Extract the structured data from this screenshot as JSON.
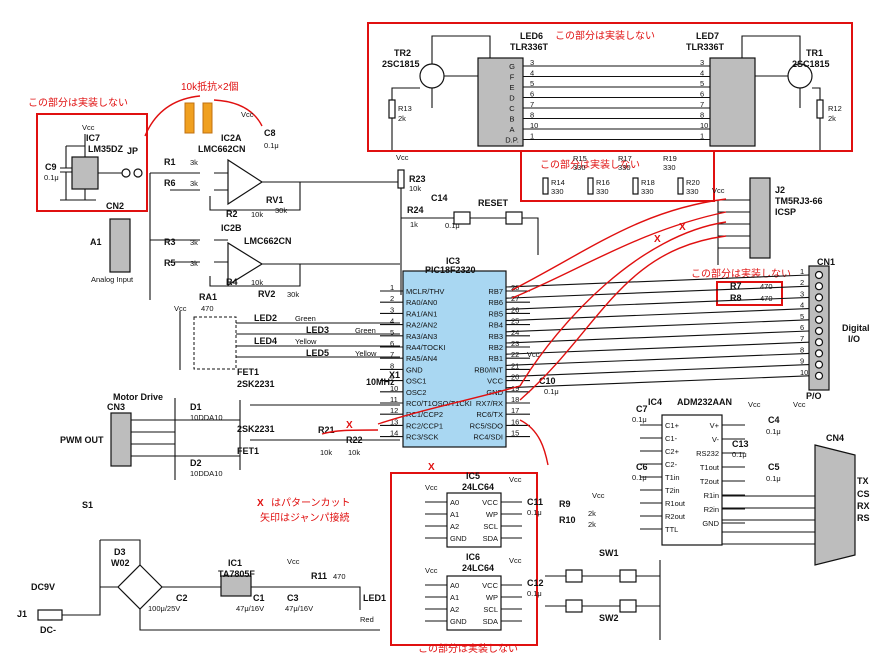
{
  "annotations": {
    "not_impl_top": "この部分は実装しない",
    "not_impl_left": "この部分は実装しない",
    "not_impl_mid": "この部分は実装しない",
    "not_impl_r78": "この部分は実装しない",
    "not_impl_bottom": "この部分は実装しない",
    "resistor_note": "10k抵抗×2個",
    "legend_cut": "はパターンカット",
    "legend_jumper": "矢印はジャンパ接続",
    "cut_mark": "X"
  },
  "parts": {
    "tr2": "TR2",
    "tr2_type": "2SC1815",
    "tr1": "TR1",
    "tr1_type": "2SC1815",
    "led6": "LED6",
    "led6_type": "TLR336T",
    "led7": "LED7",
    "led7_type": "TLR336T",
    "r13": "R13",
    "r13_v": "2k",
    "r12": "R12",
    "r12_v": "2k",
    "ic7": "IC7",
    "ic7_type": "LM35DZ",
    "c9": "C9",
    "c9_v": "0.1μ",
    "jp": "JP",
    "ic2a": "IC2A",
    "ic2a_type": "LMC662CN",
    "ic2b": "IC2B",
    "ic2b_type": "LMC662CN",
    "c8": "C8",
    "c8_v": "0.1μ",
    "r1": "R1",
    "r1_v": "3k",
    "r6": "R6",
    "r6_v": "3k",
    "r2": "R2",
    "r2_v": "10k",
    "rv1": "RV1",
    "rv1_v": "30k",
    "r3": "R3",
    "r3_v": "3k",
    "r5": "R5",
    "r5_v": "3k",
    "r4": "R4",
    "r4_v": "10k",
    "rv2": "RV2",
    "rv2_v": "30k",
    "cn2": "CN2",
    "a1": "A1",
    "analog_input": "Analog Input",
    "ra1": "RA1",
    "ra1_v": "470",
    "led2": "LED2",
    "led2_c": "Green",
    "led3": "LED3",
    "led3_c": "Green",
    "led4": "LED4",
    "led4_c": "Yellow",
    "led5": "LED5",
    "led5_c": "Yellow",
    "r14": "R14",
    "r15": "R15",
    "r16": "R16",
    "r17": "R17",
    "r18": "R18",
    "r19": "R19",
    "r20": "R20",
    "r330": "330",
    "r23": "R23",
    "r23_v": "10k",
    "r24": "R24",
    "r24_v": "1k",
    "c14": "C14",
    "c14_v": "0.1μ",
    "reset": "RESET",
    "j2": "J2",
    "j2_type": "TM5RJ3-66",
    "j2_sub": "ICSP",
    "cn1": "CN1",
    "digital_io": "Digital",
    "digital_io2": "I/O",
    "po": "P/O",
    "r7": "R7",
    "r8": "R8",
    "r78_v": "470",
    "ic3": "IC3",
    "ic3_type": "PIC18F2320",
    "x1": "X1",
    "x1_v": "10MHz",
    "c10": "C10",
    "c10_v": "0.1μ",
    "motor_drive": "Motor Drive",
    "cn3": "CN3",
    "pwm_out": "PWM OUT",
    "fet1a": "FET1",
    "fet1a_type": "2SK2231",
    "fet1b": "FET1",
    "fet1b_type": "2SK2231",
    "d1": "D1",
    "d1_type": "10DDA10",
    "d2": "D2",
    "d2_type": "10DDA10",
    "r21": "R21",
    "r21_v": "10k",
    "r22": "R22",
    "r22_v": "10k",
    "ic4": "IC4",
    "ic4_type": "ADM232AAN",
    "c7": "C7",
    "c7_v": "0.1μ",
    "c6": "C6",
    "c6_v": "0.1μ",
    "c4": "C4",
    "c4_v": "0.1μ",
    "c13": "C13",
    "c13_v": "0.1μ",
    "c5": "C5",
    "c5_v": "0.1μ",
    "cn4": "CN4",
    "tx": "TX",
    "cs": "CS",
    "rx": "RX",
    "rs": "RS",
    "ic5": "IC5",
    "ic5_type": "24LC64",
    "ic6": "IC6",
    "ic6_type": "24LC64",
    "c11": "C11",
    "c11_v": "0.1μ",
    "c12": "C12",
    "c12_v": "0.1μ",
    "r9": "R9",
    "r9_v": "2k",
    "r10": "R10",
    "r10_v": "2k",
    "sw1": "SW1",
    "sw2": "SW2",
    "s1": "S1",
    "d3": "D3",
    "d3_type": "W02",
    "dc9v": "DC9V",
    "j1": "J1",
    "dcminus": "DC-",
    "ic1": "IC1",
    "ic1_type": "TA7805F",
    "c2": "C2",
    "c2_v": "100μ/25V",
    "c1": "C1",
    "c1_v": "47μ/16V",
    "c3": "C3",
    "c3_v": "47μ/16V",
    "r11": "R11",
    "r11_v": "470",
    "led1": "LED1",
    "led1_c": "Red",
    "vcc": "Vcc"
  },
  "pic_left_pins": [
    {
      "n": "1",
      "s": "MCLR/THV"
    },
    {
      "n": "2",
      "s": "RA0/AN0"
    },
    {
      "n": "3",
      "s": "RA1/AN1"
    },
    {
      "n": "4",
      "s": "RA2/AN2"
    },
    {
      "n": "5",
      "s": "RA3/AN3"
    },
    {
      "n": "6",
      "s": "RA4/TOCKI"
    },
    {
      "n": "7",
      "s": "RA5/AN4"
    },
    {
      "n": "8",
      "s": "GND"
    },
    {
      "n": "9",
      "s": "OSC1"
    },
    {
      "n": "10",
      "s": "OSC2"
    },
    {
      "n": "11",
      "s": "RC0/T1OSO/T1CKI"
    },
    {
      "n": "12",
      "s": "RC1/CCP2"
    },
    {
      "n": "13",
      "s": "RC2/CCP1"
    },
    {
      "n": "14",
      "s": "RC3/SCK"
    }
  ],
  "pic_right_pins": [
    {
      "n": "28",
      "s": "RB7"
    },
    {
      "n": "27",
      "s": "RB6"
    },
    {
      "n": "26",
      "s": "RB5"
    },
    {
      "n": "25",
      "s": "RB4"
    },
    {
      "n": "24",
      "s": "RB3"
    },
    {
      "n": "23",
      "s": "RB2"
    },
    {
      "n": "22",
      "s": "RB1"
    },
    {
      "n": "21",
      "s": "RB0/INT"
    },
    {
      "n": "20",
      "s": "VCC"
    },
    {
      "n": "19",
      "s": "GND"
    },
    {
      "n": "18",
      "s": "RX7/RX"
    },
    {
      "n": "17",
      "s": "RC6/TX"
    },
    {
      "n": "16",
      "s": "RC5/SDO"
    },
    {
      "n": "15",
      "s": "RC4/SDI"
    }
  ],
  "seg_pins": [
    "G",
    "F",
    "E",
    "D",
    "C",
    "B",
    "A",
    "D.P."
  ],
  "seg_nums": [
    "3",
    "4",
    "5",
    "6",
    "7",
    "8",
    "10",
    "1"
  ],
  "adm_left": [
    "C1+",
    "C1-",
    "C2+",
    "C2-",
    "T1in",
    "T2in",
    "R1out",
    "R2out",
    "TTL"
  ],
  "adm_right": [
    "V+",
    "V-",
    "RS232",
    "T1out",
    "T2out",
    "R1in",
    "R2in",
    "GND"
  ],
  "eeprom_left": [
    "A0",
    "A1",
    "A2",
    "GND"
  ],
  "eeprom_right": [
    "VCC",
    "WP",
    "SCL",
    "SDA"
  ]
}
